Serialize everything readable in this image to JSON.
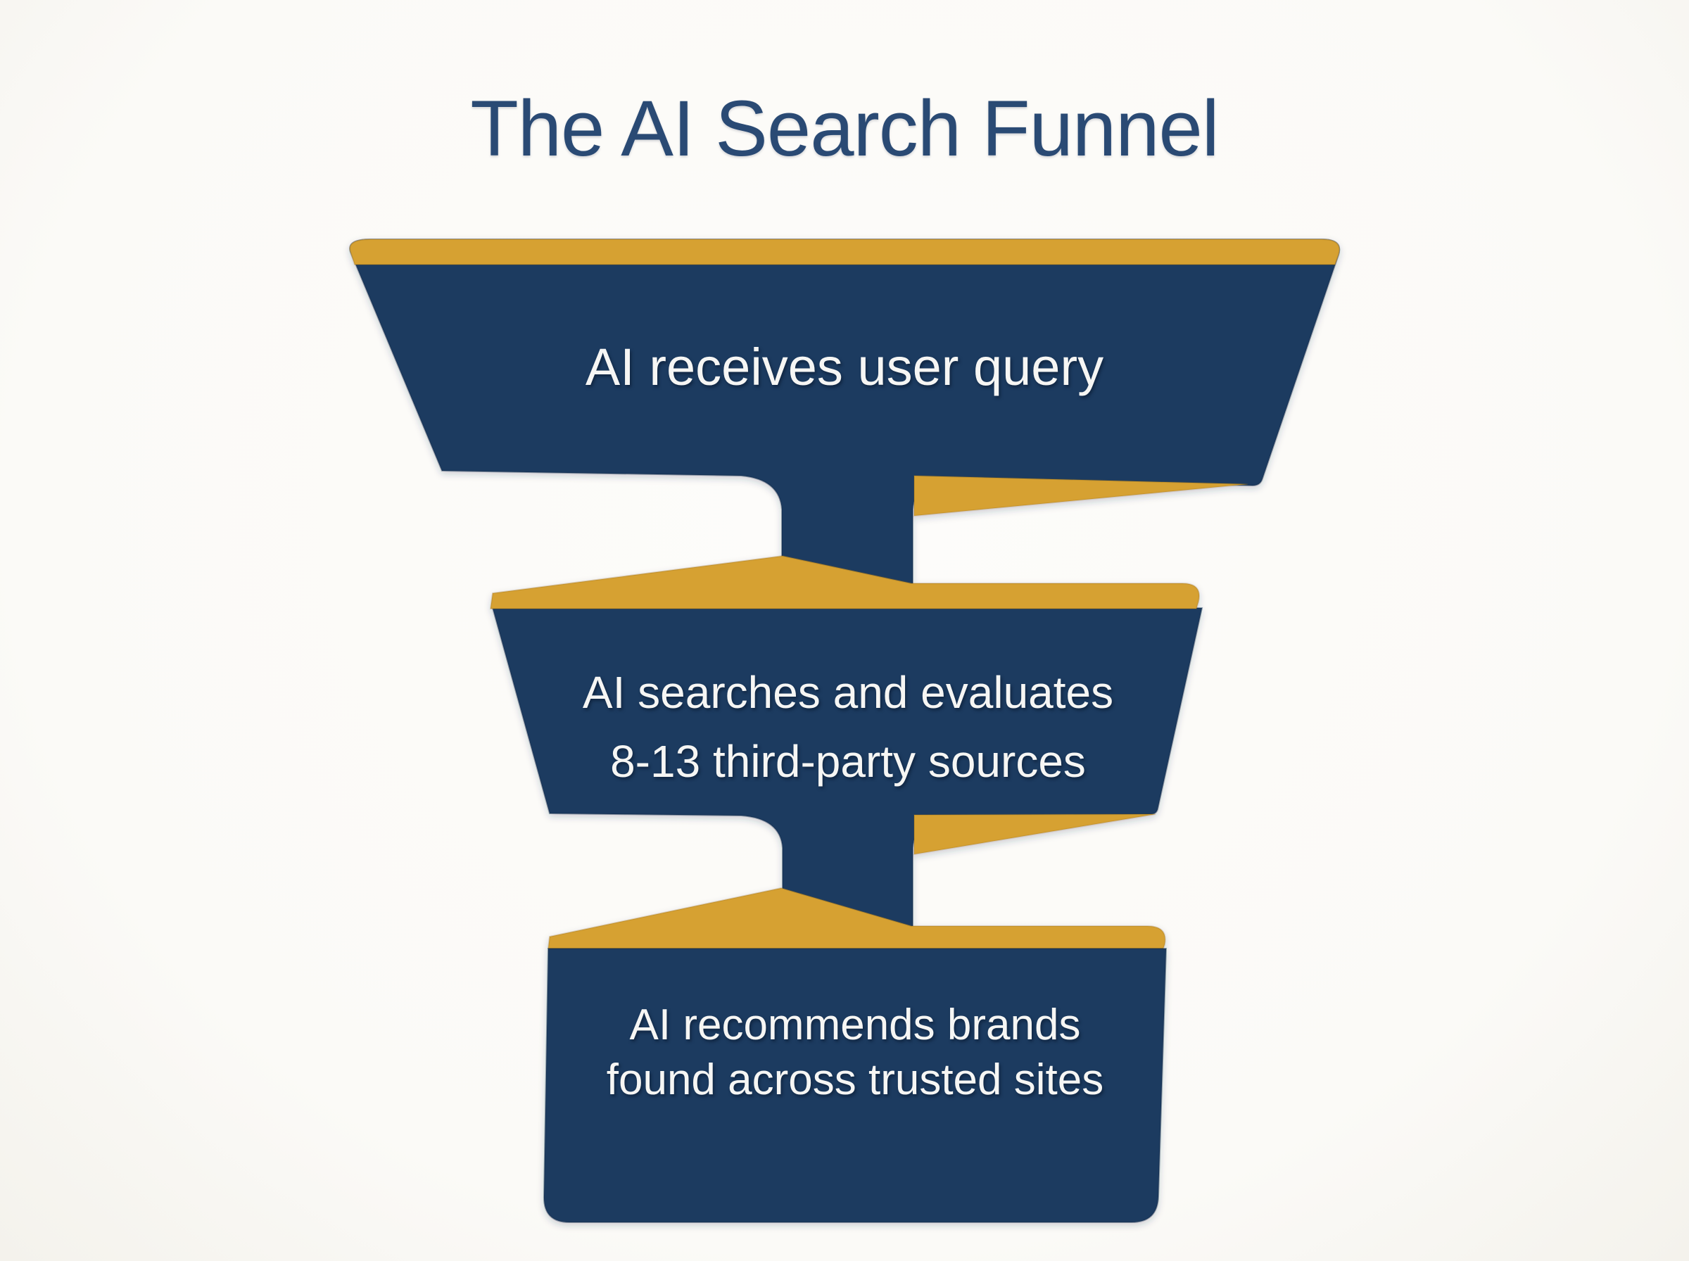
{
  "title": "The AI Search Funnel",
  "funnel": {
    "type": "funnel",
    "stage_count": 3,
    "stages": [
      {
        "name": "stage-1",
        "lines": [
          "AI receives user query"
        ]
      },
      {
        "name": "stage-2",
        "lines": [
          "AI searches and evaluates",
          "8-13 third-party sources"
        ]
      },
      {
        "name": "stage-3",
        "lines": [
          "AI recommends brands",
          "found across trusted sites"
        ]
      }
    ]
  },
  "colors": {
    "navy": "#1C3B60",
    "gold": "#D6A132",
    "background": "#FBFAF7",
    "title_text": "#2A4A74",
    "stage_text": "#F6F6F4"
  }
}
